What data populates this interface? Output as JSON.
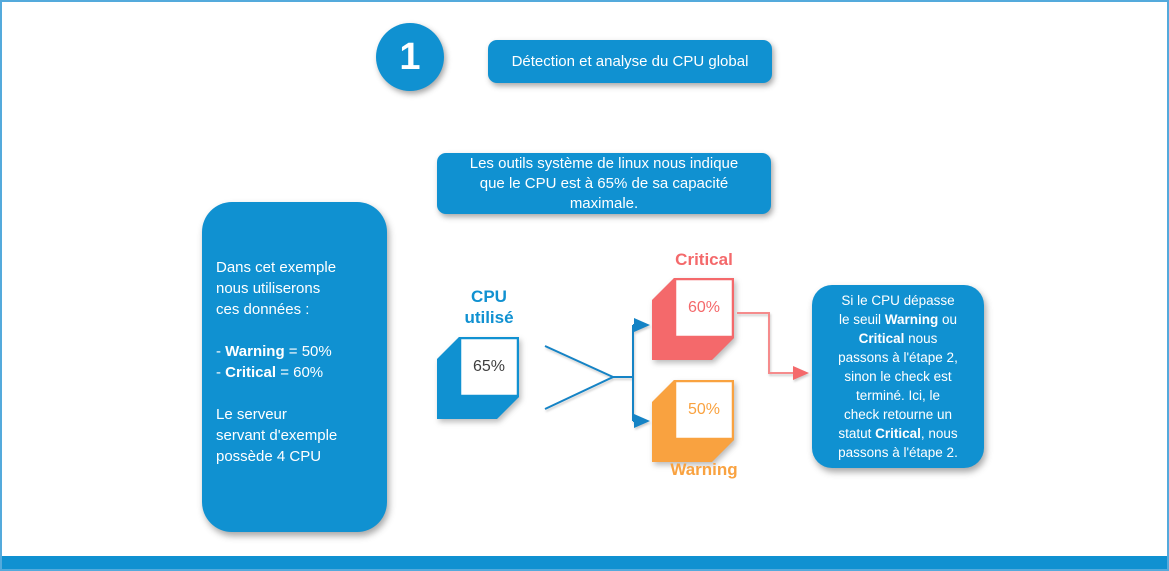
{
  "colors": {
    "accent_blue": "#1091d1",
    "arrow_blue": "#1583c5",
    "critical_red": "#f4696b",
    "warning_orange": "#f9a240",
    "border_light_blue": "#54aadc",
    "value_dark": "#3f3f3f"
  },
  "header": {
    "step_number": "1",
    "title": "Détection et analyse du CPU global"
  },
  "note": {
    "lines": [
      "Les outils système de linux nous indique",
      "que le CPU est à 65% de sa capacité",
      "maximale."
    ]
  },
  "left_panel": {
    "intro_lines": [
      [
        {
          "t": "Dans cet exemple"
        }
      ],
      [
        {
          "t": "nous utiliserons"
        }
      ],
      [
        {
          "t": "ces données :"
        }
      ]
    ],
    "bullet_lines": [
      [
        {
          "t": "- "
        },
        {
          "t": "Warning",
          "b": true
        },
        {
          "t": " = 50%"
        }
      ],
      [
        {
          "t": "- "
        },
        {
          "t": "Critical",
          "b": true
        },
        {
          "t": " = 60%"
        }
      ]
    ],
    "outro_lines": [
      [
        {
          "t": "Le serveur"
        }
      ],
      [
        {
          "t": "servant d'exemple"
        }
      ],
      [
        {
          "t": "possède 4 CPU"
        }
      ]
    ]
  },
  "diagram": {
    "cpu_label_lines": [
      "CPU",
      "utilisé"
    ],
    "cpu_value": "65%",
    "critical_label": "Critical",
    "critical_value": "60%",
    "warning_label": "Warning",
    "warning_value": "50%"
  },
  "right_panel": {
    "lines": [
      [
        {
          "t": "Si le CPU dépasse"
        }
      ],
      [
        {
          "t": "le seuil "
        },
        {
          "t": "Warning",
          "b": true
        },
        {
          "t": " ou"
        }
      ],
      [
        {
          "t": "Critical",
          "b": true
        },
        {
          "t": " nous"
        }
      ],
      [
        {
          "t": "passons à l'étape 2,"
        }
      ],
      [
        {
          "t": "sinon le check est"
        }
      ],
      [
        {
          "t": "terminé. Ici, le"
        }
      ],
      [
        {
          "t": "check retourne un"
        }
      ],
      [
        {
          "t": "statut "
        },
        {
          "t": "Critical",
          "b": true
        },
        {
          "t": ", nous"
        }
      ],
      [
        {
          "t": "passons à l'étape 2."
        }
      ]
    ]
  }
}
